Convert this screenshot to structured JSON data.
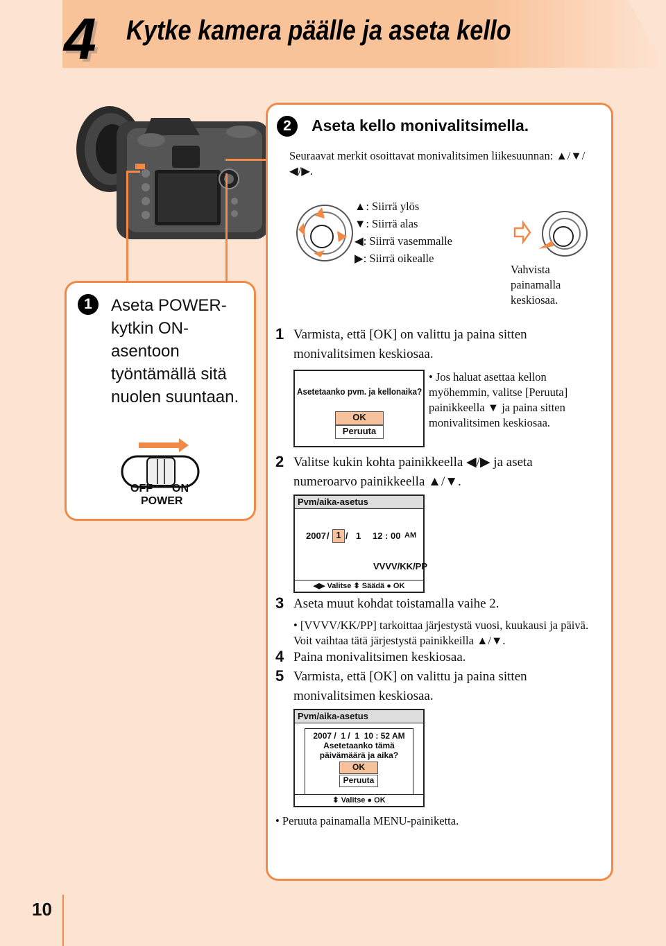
{
  "header": {
    "chapter_number": "4",
    "title": "Kytke kamera päälle ja aseta kello"
  },
  "step1": {
    "badge": "1",
    "text": "Aseta POWER-kytkin ON-asentoon työntämällä sitä nuolen suuntaan.",
    "switch_off": "OFF",
    "switch_on": "ON",
    "switch_label": "POWER"
  },
  "step2": {
    "badge": "2",
    "heading": "Aseta kello monivalitsimella.",
    "intro": "Seuraavat merkit osoittavat monivalitsimen liikesuunnan: ▲/▼/◀/▶.",
    "legend": [
      "▲: Siirrä ylös",
      "▼: Siirrä alas",
      "◀: Siirrä vasemmalle",
      "▶: Siirrä oikealle"
    ],
    "confirm": "Vahvista painamalla keskiosaa.",
    "items": [
      {
        "num": "1",
        "text": "Varmista, että [OK] on valittu ja paina sitten monivalitsimen keskiosaa."
      },
      {
        "num": "2",
        "text": "Valitse kukin kohta painikkeella ◀/▶ ja aseta numeroarvo painikkeella ▲/▼."
      },
      {
        "num": "3",
        "text": "Aseta muut kohdat toistamalla vaihe 2."
      },
      {
        "num": "4",
        "text": "Paina monivalitsimen keskiosaa."
      },
      {
        "num": "5",
        "text": "Varmista, että [OK] on valittu ja paina sitten monivalitsimen keskiosaa."
      }
    ],
    "note1": "• Jos haluat asettaa kellon myöhemmin, valitse [Peruuta] painikkeella ▼ ja paina sitten monivalitsimen keskiosaa.",
    "note3": "• [VVVV/KK/PP] tarkoittaa järjestystä vuosi, kuukausi ja päivä. Voit vaihtaa tätä järjestystä painikkeilla ▲/▼.",
    "footer_note": "• Peruuta painamalla MENU-painiketta."
  },
  "screen1": {
    "question": "Asetetaanko pvm. ja kellonaika?",
    "ok": "OK",
    "cancel": "Peruuta"
  },
  "screen2": {
    "title": "Pvm/aika-asetus",
    "year": "2007",
    "sep1": "/",
    "month": "1",
    "sep2": "/",
    "day": "1",
    "hour": "12",
    "colon": ":",
    "minute": "00",
    "ampm": "AM",
    "format": "VVVV/KK/PP",
    "footer": "◀▶ Valitse  ⬍ Säädä  ● OK"
  },
  "screen3": {
    "title": "Pvm/aika-asetus",
    "datetime": "2007 /  1 /  1  10 : 52 AM",
    "question1": "Asetetaanko tämä",
    "question2": "päivämäärä ja aika?",
    "ok": "OK",
    "cancel": "Peruuta",
    "footer": "⬍ Valitse  ● OK"
  },
  "page_number": "10",
  "colors": {
    "accent": "#f18a46",
    "header_band": "#f9c39a",
    "background": "#fde4d2"
  }
}
